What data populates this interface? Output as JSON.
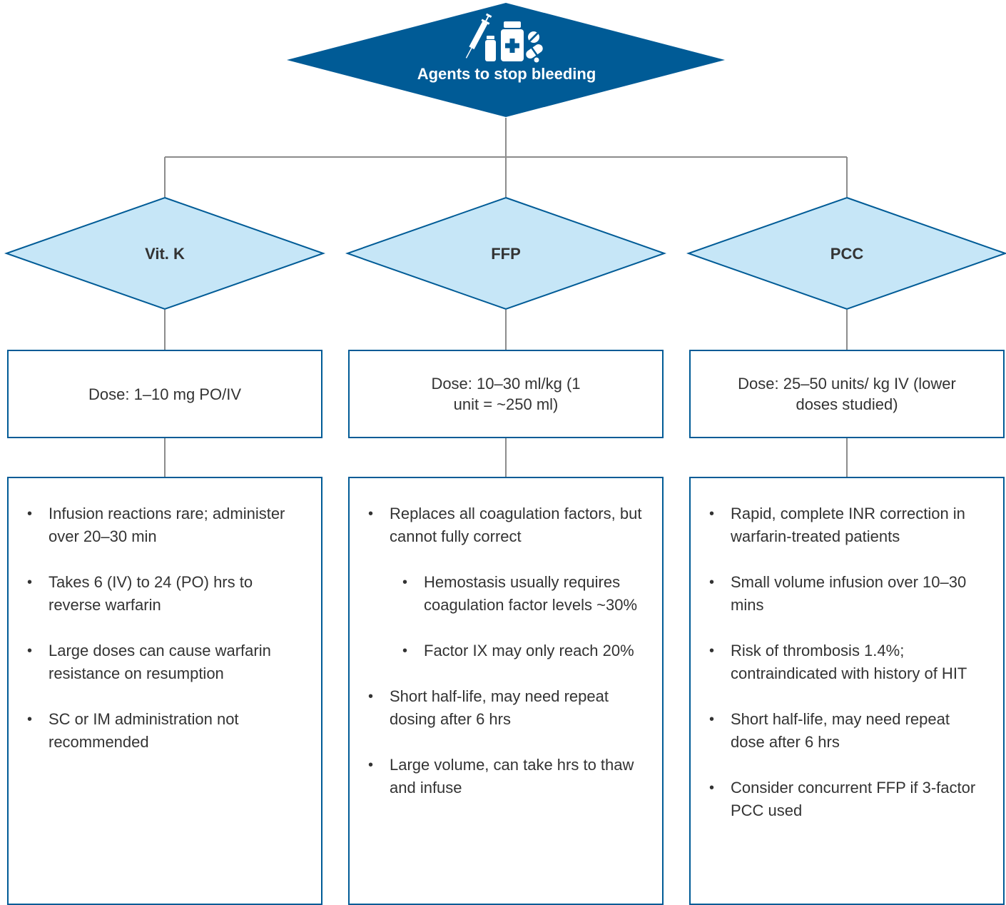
{
  "title": "Agents to stop bleeding",
  "colors": {
    "primary": "#005b96",
    "light": "#c6e6f7",
    "connector": "#8c8c8c",
    "text": "#333333"
  },
  "top_icon": "medicine-syringe-pills-icon",
  "columns": [
    {
      "name": "Vit. K",
      "dose": "Dose: 1–10 mg PO/IV",
      "notes": [
        {
          "text": "Infusion reactions rare; administer over 20–30 min",
          "level": 0
        },
        {
          "text": "Takes 6 (IV) to 24 (PO) hrs to reverse warfarin",
          "level": 0
        },
        {
          "text": "Large doses can cause warfarin resistance on resumption",
          "level": 0
        },
        {
          "text": "SC or IM administration not recommended",
          "level": 0
        }
      ]
    },
    {
      "name": "FFP",
      "dose": "Dose: 10–30 ml/kg (1 unit = ~250 ml)",
      "notes": [
        {
          "text": "Replaces all coagulation factors, but cannot fully correct",
          "level": 0
        },
        {
          "text": "Hemostasis usually requires coagulation factor levels ~30%",
          "level": 1
        },
        {
          "text": "Factor IX may only reach 20%",
          "level": 1
        },
        {
          "text": "Short half-life, may need repeat dosing after 6 hrs",
          "level": 0
        },
        {
          "text": "Large volume, can take hrs to thaw and infuse",
          "level": 0
        }
      ]
    },
    {
      "name": "PCC",
      "dose": "Dose: 25–50 units/ kg IV (lower doses studied)",
      "notes": [
        {
          "text": "Rapid, complete INR correction in warfarin-treated patients",
          "level": 0
        },
        {
          "text": "Small volume infusion over 10–30 mins",
          "level": 0
        },
        {
          "text": "Risk of thrombosis 1.4%; contraindicated with history of HIT",
          "level": 0
        },
        {
          "text": "Short half-life, may need repeat dose after 6 hrs",
          "level": 0
        },
        {
          "text": "Consider concurrent FFP if 3-factor PCC used",
          "level": 0
        }
      ]
    }
  ]
}
